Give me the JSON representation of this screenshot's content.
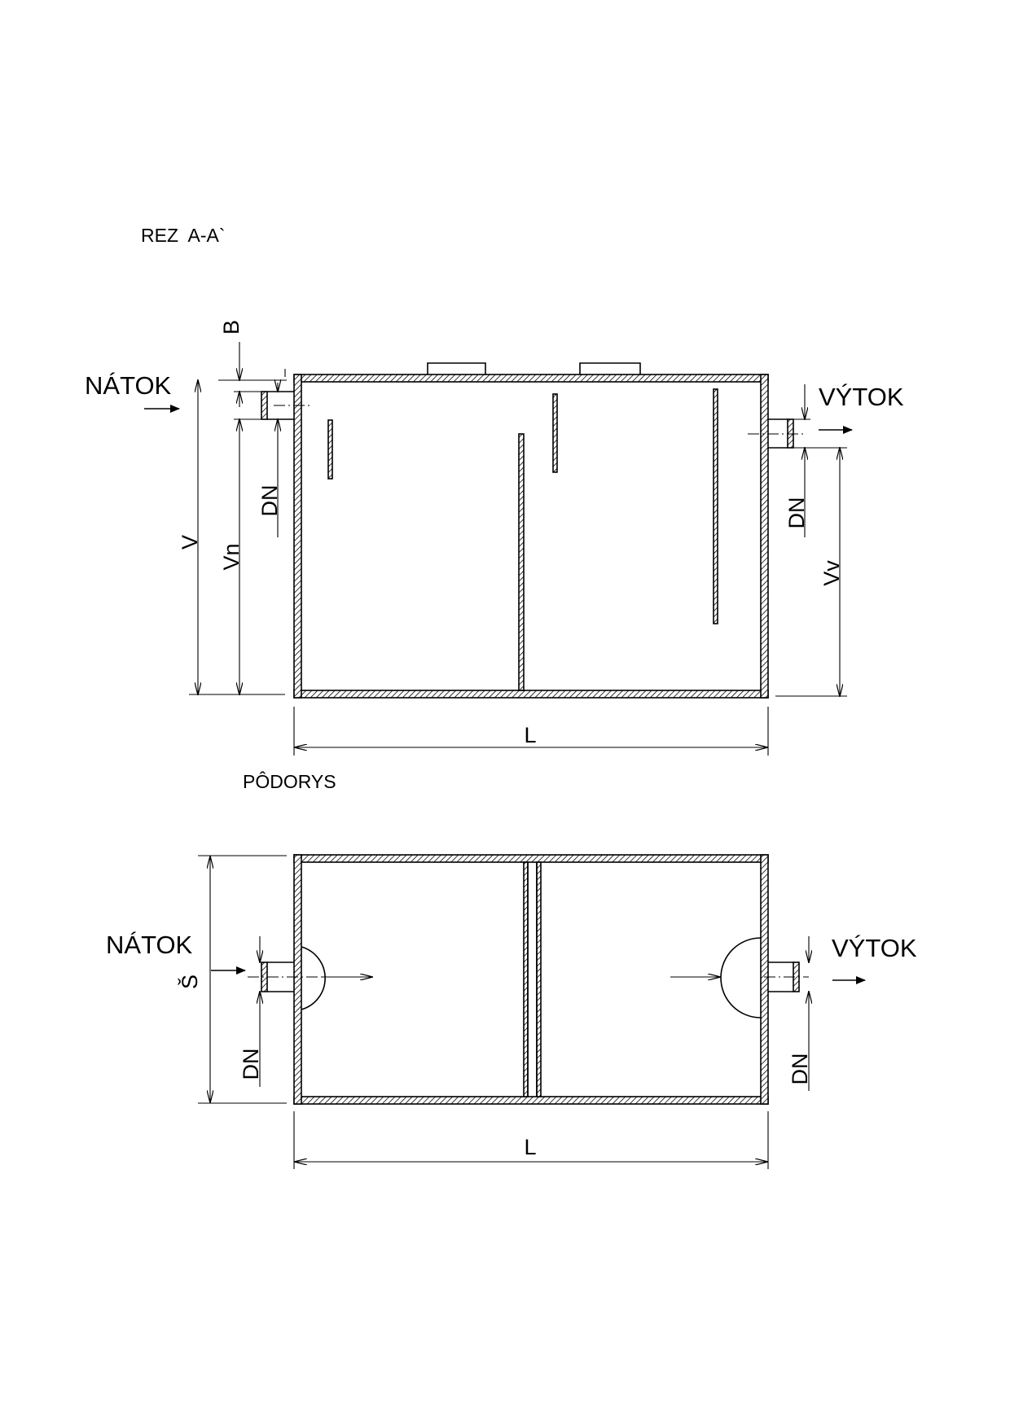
{
  "section": {
    "title": "REZ  A-A`",
    "inlet_label": "NÁTOK",
    "outlet_label": "VÝTOK",
    "dim_b": "B",
    "dim_v": "V",
    "dim_vn": "Vn",
    "dim_dn_inlet": "DN",
    "dim_dn_outlet": "DN",
    "dim_vv": "Vv",
    "dim_l": "L"
  },
  "plan": {
    "title": "PÔDORYS",
    "inlet_label": "NÁTOK",
    "outlet_label": "VÝTOK",
    "dim_s": "Š",
    "dim_dn_inlet": "DN",
    "dim_dn_outlet": "DN",
    "dim_l": "L"
  }
}
